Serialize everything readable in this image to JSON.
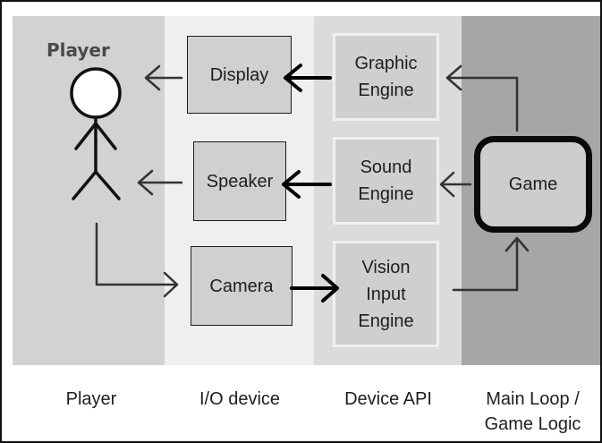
{
  "player_label": "Player",
  "boxes": {
    "display": "Display",
    "speaker": "Speaker",
    "camera": "Camera",
    "graphic_engine_line1": "Graphic",
    "graphic_engine_line2": "Engine",
    "sound_engine_line1": "Sound",
    "sound_engine_line2": "Engine",
    "vision_engine_line1": "Vision",
    "vision_engine_line2": "Input",
    "vision_engine_line3": "Engine",
    "game": "Game"
  },
  "columns": {
    "player": "Player",
    "io_device": "I/O device",
    "device_api": "Device API",
    "main_loop_line1": "Main Loop /",
    "main_loop_line2": "Game Logic"
  },
  "colors": {
    "player_col": "#d2d2d2",
    "io_col": "#efefef",
    "api_col": "#dbdbdb",
    "main_col": "#a6a6a6"
  }
}
